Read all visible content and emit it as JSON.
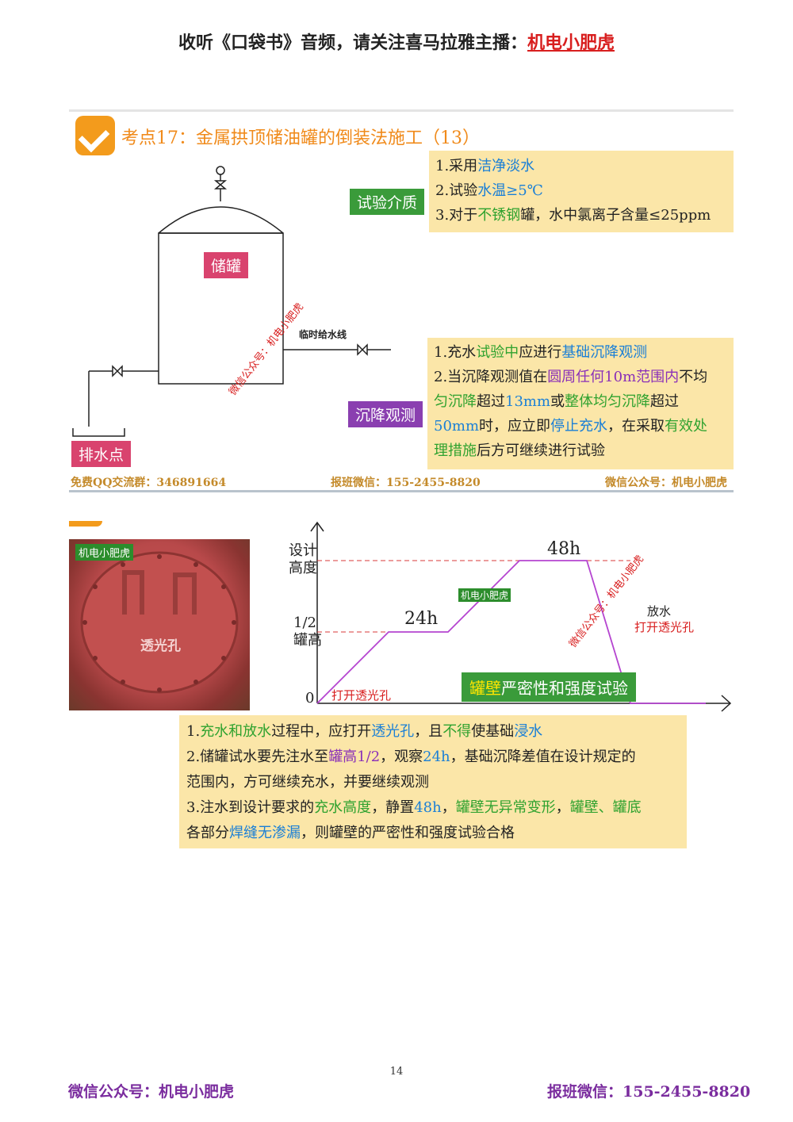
{
  "header": {
    "text_main": "收听《口袋书》音频，请关注喜马拉雅主播：",
    "text_highlight": "机电小肥虎"
  },
  "slide1": {
    "title": "考点17：金属拱顶储油罐的倒装法施工（13）",
    "tank_label": "储罐",
    "drain_label": "排水点",
    "temp_line_label": "临时给水线",
    "watermark": "微信公众号：机电小肥虎",
    "test_medium_tag": "试验介质",
    "test_medium_items": [
      {
        "a": "1.采用",
        "b": "洁净淡水",
        "c": ""
      },
      {
        "a": "2.试验",
        "b": "水温≥5℃",
        "c": ""
      },
      {
        "a": "3.对于",
        "b": "不锈钢",
        "c": "罐，水中氯离子含量≤25ppm"
      }
    ],
    "settle_tag": "沉降观测",
    "settle_lines": {
      "l1a": "1.充水",
      "l1b": "试验中",
      "l1c": "应进行",
      "l1d": "基础沉降观测",
      "l2a": "2.当沉降观测值在",
      "l2b": "圆周任何10m范围内",
      "l2c": "不均",
      "l3a": "匀沉降",
      "l3b": "超过",
      "l3c": "13mm",
      "l3d": "或",
      "l3e": "整体均匀沉降",
      "l3f": "超过",
      "l4a": "50mm",
      "l4b": "时，应立即",
      "l4c": "停止充水",
      "l4d": "，在采取",
      "l4e": "有效处",
      "l5a": "理措施",
      "l5b": "后方可继续进行试验"
    },
    "footer_left": "免费QQ交流群：346891664",
    "footer_mid": "报班微信：155-2455-8820",
    "footer_right": "微信公众号：机电小肥虎"
  },
  "slide2": {
    "photo_label": "机电小肥虎",
    "photo_text": "透光孔",
    "chart_data": {
      "type": "line",
      "x": [
        "0",
        "",
        "24h",
        "",
        "48h",
        "",
        ""
      ],
      "series": [
        {
          "values": [
            0,
            0.5,
            0.5,
            1,
            1,
            0,
            0
          ]
        }
      ],
      "ylabels": [
        "0",
        "1/2\n罐高",
        "设计\n高度"
      ],
      "annotations": [
        "24h",
        "48h",
        "打开透光孔",
        "放水",
        "打开透光孔",
        "罐壁严密性和强度试验"
      ]
    },
    "y_label_top": "设计",
    "y_label_top2": "高度",
    "y_label_mid": "1/2",
    "y_label_mid2": "罐高",
    "y_label_zero": "0",
    "label_24h": "24h",
    "label_48h": "48h",
    "open_hole_left": "打开透光孔",
    "drain_water": "放水",
    "open_hole_right": "打开透光孔",
    "chart_watermark_small": "机电小肥虎",
    "chart_watermark": "微信公众号：机电小肥虎",
    "green_title_a": "罐壁",
    "green_title_b": "严密性和强度试验",
    "bottom_lines": {
      "b1a": "1.",
      "b1b": "充水和放水",
      "b1c": "过程中，应打开",
      "b1d": "透光孔",
      "b1e": "，且",
      "b1f": "不得",
      "b1g": "使基础",
      "b1h": "浸水",
      "b2a": "2.储罐试水要先注水至",
      "b2b": "罐高1/2",
      "b2c": "，观察",
      "b2d": "24h",
      "b2e": "，基础沉降差值在设计规定的",
      "b3a": "范围内，方可继续充水，并要继续观测",
      "b4a": "3.注水到设计要求的",
      "b4b": "充水高度",
      "b4c": "，静置",
      "b4d": "48h",
      "b4e": "，",
      "b4f": "罐壁无异常变形",
      "b4g": "，",
      "b4h": "罐壁、罐底",
      "b5a": "各部分",
      "b5b": "焊缝无渗漏",
      "b5c": "，则罐壁的严密性和强度试验合格"
    }
  },
  "page_number": "14",
  "footer": {
    "left": "微信公众号：机电小肥虎",
    "right": "报班微信：155-2455-8820"
  }
}
